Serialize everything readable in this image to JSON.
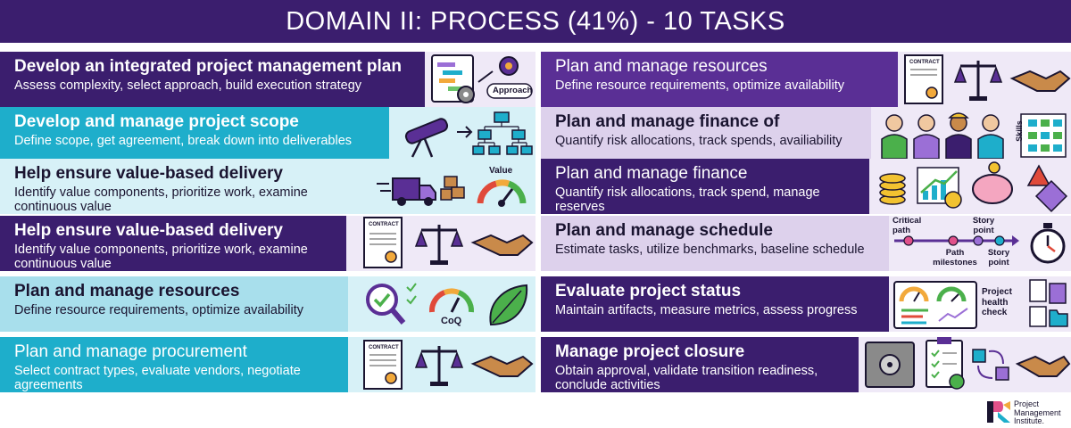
{
  "header": {
    "title": "DOMAIN II: PROCESS (41%) - 10 TASKS"
  },
  "left": [
    {
      "title": "Develop an integrated project management plan",
      "desc": "Assess complexity, select approach, build execution strategy",
      "icon_labels": [
        "Approach"
      ]
    },
    {
      "title": "Develop and manage project scope",
      "desc": "Define scope, get agreement, break down into deliverables"
    },
    {
      "title": "Help ensure value-based delivery",
      "desc": "Identify value components, prioritize work, examine continuous value",
      "icon_labels": [
        "Value"
      ]
    },
    {
      "title": "Help ensure value-based delivery",
      "desc": "Identify value components, prioritize work, examine continuous value",
      "icon_labels": [
        "CONTRACT"
      ]
    },
    {
      "title": "Plan and manage resources",
      "desc": "Define resource requirements, optimize availability",
      "icon_labels": [
        "CoQ"
      ]
    },
    {
      "title": "Plan and manage procurement",
      "desc": "Select contract types, evaluate vendors, negotiate agreements",
      "icon_labels": [
        "CONTRACT"
      ]
    }
  ],
  "right": [
    {
      "title": "Plan and manage resources",
      "desc": "Define resource requirements, optimize availability",
      "icon_labels": [
        "CONTRACT"
      ]
    },
    {
      "title": "Plan and manage finance of",
      "desc": "Quantify risk allocations, track spends, availiability",
      "icon_labels": [
        "Skills"
      ]
    },
    {
      "title": "Plan and manage finance",
      "desc": "Quantify risk allocations, track spend, manage reserves"
    },
    {
      "title": "Plan and manage schedule",
      "desc": "Estimate tasks, utilize benchmarks, baseline schedule",
      "icon_labels": [
        "Critical path",
        "Story point",
        "Path milestones",
        "Story point"
      ]
    },
    {
      "title": "Evaluate project status",
      "desc": "Maintain artifacts, measure metrics, assess progress",
      "icon_labels": [
        "Project health check"
      ]
    },
    {
      "title": "Manage project closure",
      "desc": "Obtain approval, validate transition readiness, conclude activities"
    }
  ],
  "logo": {
    "line1": "Project",
    "line2": "Management",
    "line3": "Institute."
  }
}
